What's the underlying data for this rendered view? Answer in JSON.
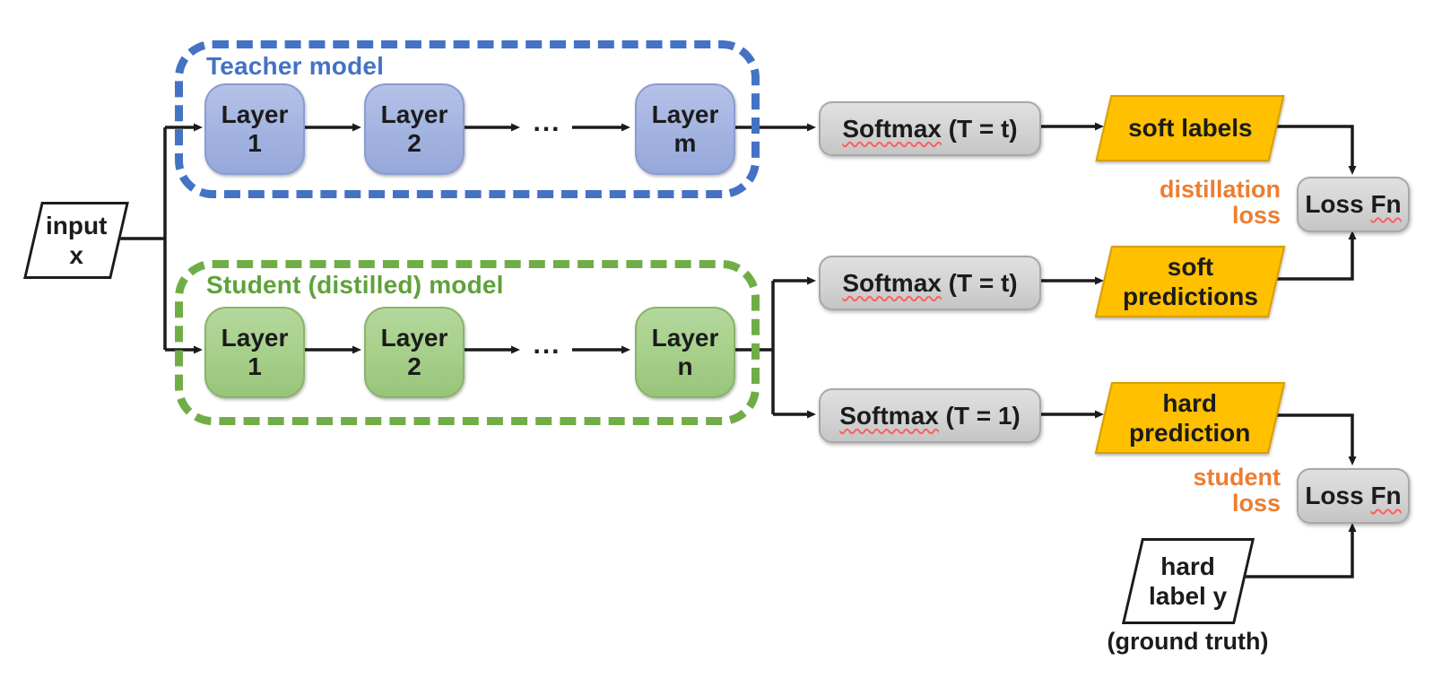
{
  "colors": {
    "teacher_accent": "#4472C4",
    "student_accent": "#70AD47",
    "layer_blue_fill": "#A3B3E0",
    "layer_green_fill": "#A6CF8A",
    "gold_fill": "#FFC000",
    "gray_fill": "#D3D3D3",
    "orange_label": "#ED7D31",
    "line_black": "#1B1B1B"
  },
  "input_node": {
    "line1": "input",
    "line2": "x"
  },
  "teacher": {
    "title": "Teacher model",
    "ellipsis": "...",
    "layers": [
      {
        "word": "Layer",
        "index": "1"
      },
      {
        "word": "Layer",
        "index": "2"
      },
      {
        "word": "Layer",
        "index": "m"
      }
    ]
  },
  "student": {
    "title": "Student (distilled) model",
    "ellipsis": "...",
    "layers": [
      {
        "word": "Layer",
        "index": "1"
      },
      {
        "word": "Layer",
        "index": "2"
      },
      {
        "word": "Layer",
        "index": "n"
      }
    ]
  },
  "softmax_teacher": {
    "word": "Softmax",
    "params": " (T = t)"
  },
  "softmax_student_soft": {
    "word": "Softmax",
    "params": " (T = t)"
  },
  "softmax_student_hard": {
    "word": "Softmax",
    "params": " (T = 1)"
  },
  "outputs": {
    "soft_labels": {
      "text": "soft labels"
    },
    "soft_predictions": {
      "line1": "soft",
      "line2": "predictions"
    },
    "hard_prediction": {
      "line1": "hard",
      "line2": "prediction"
    }
  },
  "losses": {
    "distillation": {
      "line1": "distillation",
      "line2": "loss"
    },
    "student": {
      "line1": "student",
      "line2": "loss"
    },
    "loss_fn_distillation": {
      "word": "Loss ",
      "fn": "Fn"
    },
    "loss_fn_student": {
      "word": "Loss ",
      "fn": "Fn"
    }
  },
  "ground_truth_node": {
    "line1": "hard",
    "line2": "label y",
    "caption": "(ground truth)"
  }
}
